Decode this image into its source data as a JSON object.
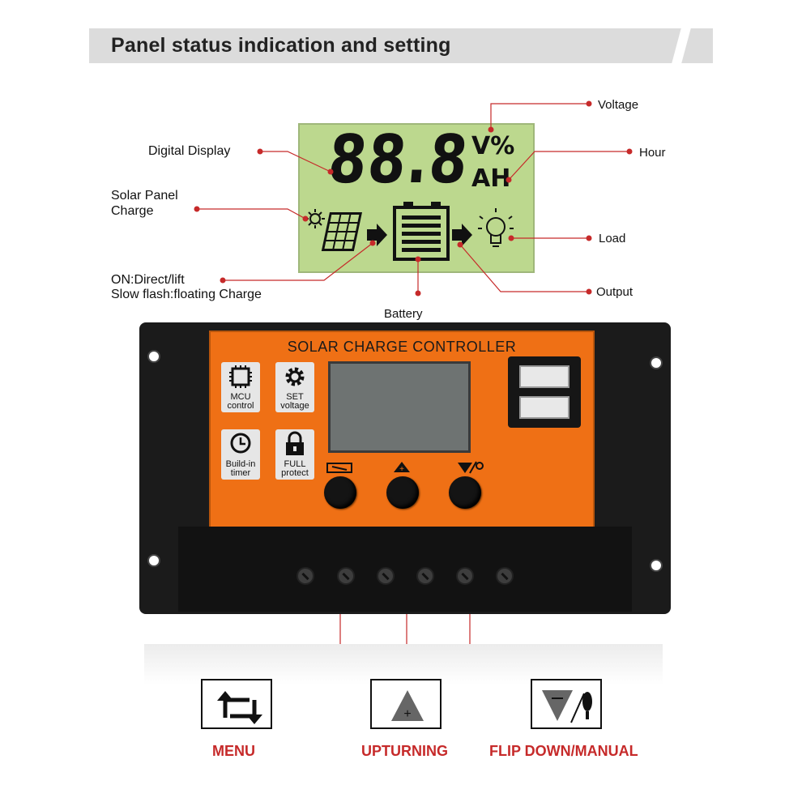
{
  "header": {
    "title": "Panel status indication and setting"
  },
  "lcd": {
    "digits": "88.8",
    "unit_top": "V%",
    "unit_bottom": "AH"
  },
  "callouts": {
    "voltage": "Voltage",
    "hour": "Hour",
    "digital_display": "Digital Display",
    "solar_panel_charge_line1": "Solar Panel",
    "solar_panel_charge_line2": "Charge",
    "load": "Load",
    "on_direct_line1": "ON:Direct/lift",
    "on_direct_line2": "Slow flash:floating Charge",
    "output": "Output",
    "battery": "Battery"
  },
  "device": {
    "title": "SOLAR CHARGE CONTROLLER",
    "features": [
      {
        "icon": "chip-icon",
        "label": "MCU\ncontrol"
      },
      {
        "icon": "gear-icon",
        "label": "SET\nvoltage"
      },
      {
        "icon": "clock-icon",
        "label": "Build-in\ntimer"
      },
      {
        "icon": "lock-icon",
        "label": "FULL\nprotect"
      }
    ],
    "button_icons": [
      "menu-icon",
      "plus-triangle-icon",
      "down-triangle-bulb-icon"
    ]
  },
  "buttons": [
    {
      "label": "MENU",
      "icon": "menu-arrows-icon"
    },
    {
      "label": "UPTURNING",
      "icon": "up-triangle-plus-icon"
    },
    {
      "label": "FLIP DOWN/MANUAL",
      "icon": "down-triangle-minus-bulb-icon"
    }
  ],
  "colors": {
    "accent_red": "#c62a2a",
    "device_orange": "#ef7015",
    "lcd_green": "#bcd88e",
    "header_gray": "#dcdcdc"
  }
}
